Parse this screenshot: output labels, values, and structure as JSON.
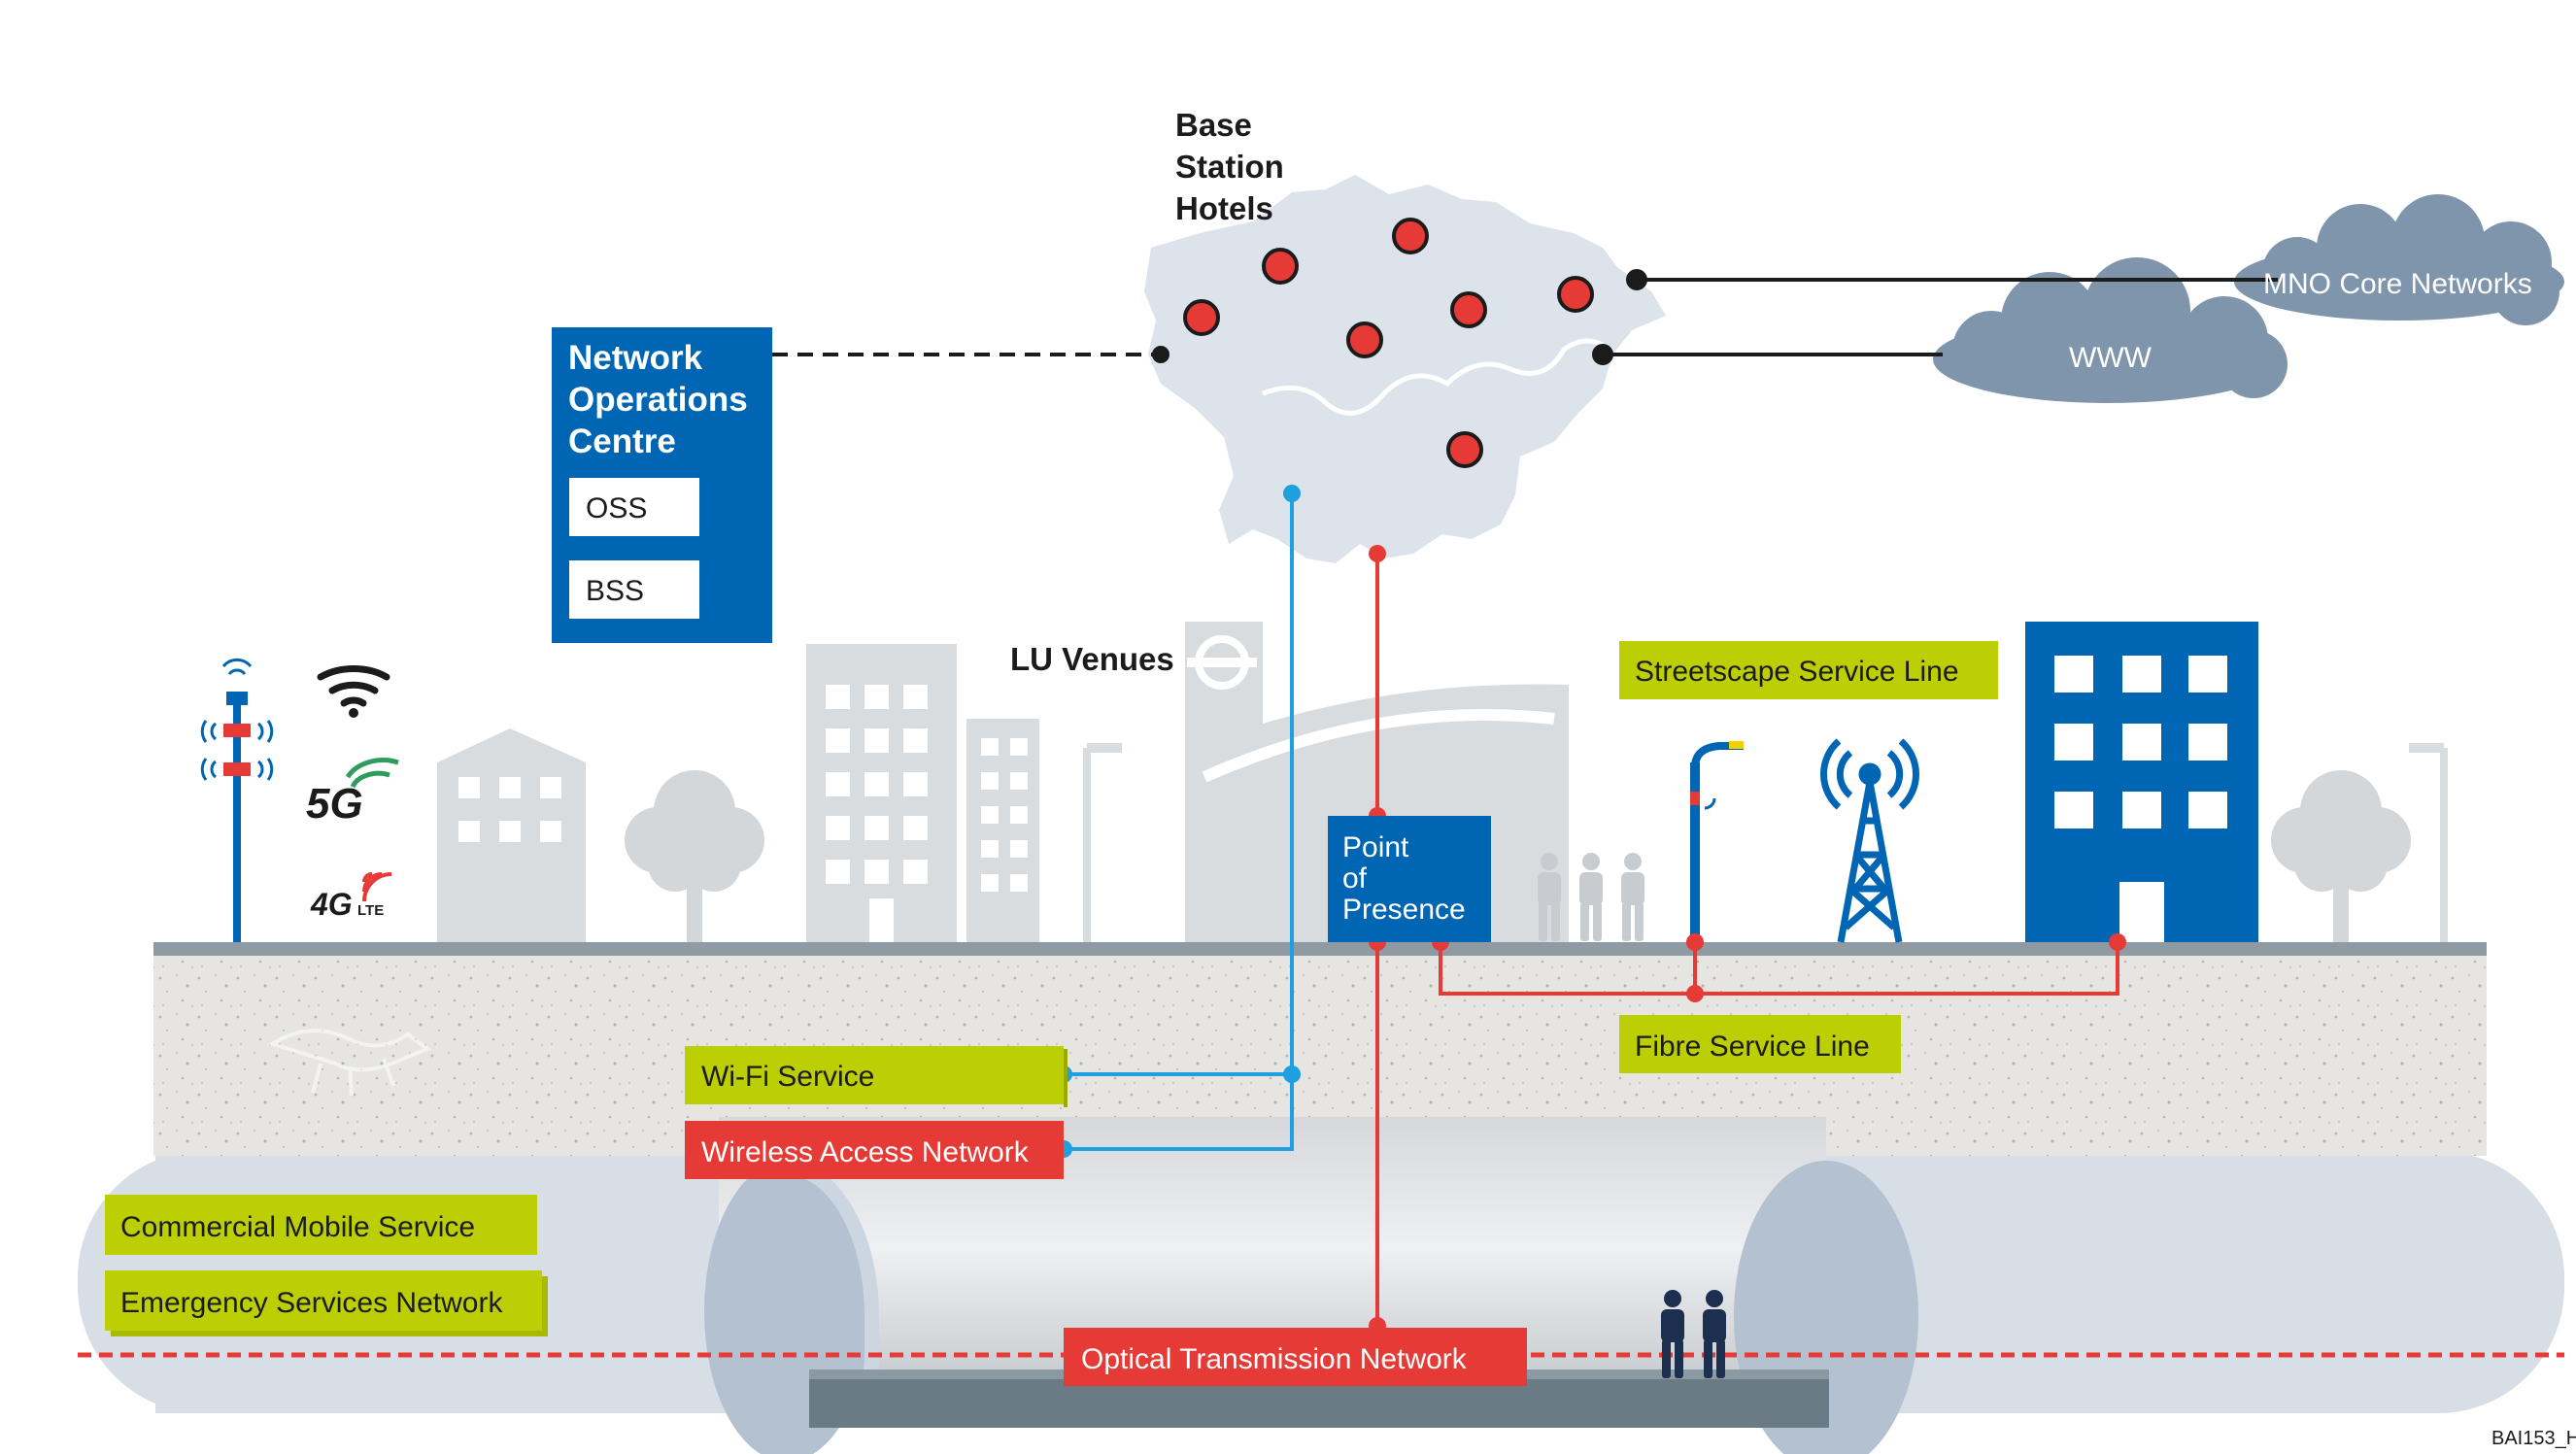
{
  "base_station_hotels": [
    "Base",
    "Station",
    "Hotels"
  ],
  "network_operations_centre": {
    "title": [
      "Network",
      "Operations",
      "Centre"
    ],
    "oss": "OSS",
    "bss": "BSS"
  },
  "clouds": {
    "mno": "MNO Core Networks",
    "www": "WWW"
  },
  "lu_venues": "LU Venues",
  "point_of_presence": [
    "Point",
    "of",
    "Presence"
  ],
  "service_labels": {
    "streetscape": "Streetscape Service Line",
    "fibre": "Fibre Service Line",
    "wifi": "Wi-Fi Service",
    "wireless_access": "Wireless Access Network",
    "commercial_mobile": "Commercial Mobile Service",
    "emergency": "Emergency Services Network",
    "optical": "Optical Transmission Network"
  },
  "technology_icons": {
    "g5": "5G",
    "g4": "4G",
    "lte": "LTE"
  },
  "reference_code": "BAI153_H",
  "colors": {
    "lime": "#bccf05",
    "blue": "#0066b3",
    "red": "#e63a36",
    "light_blue": "#1ea0e0",
    "cloud": "#7f95ac",
    "map": "#dde3ea",
    "building_grey": "#d9dcdf",
    "ground": "#e4e2df",
    "tunnel": "#d7dee6"
  }
}
